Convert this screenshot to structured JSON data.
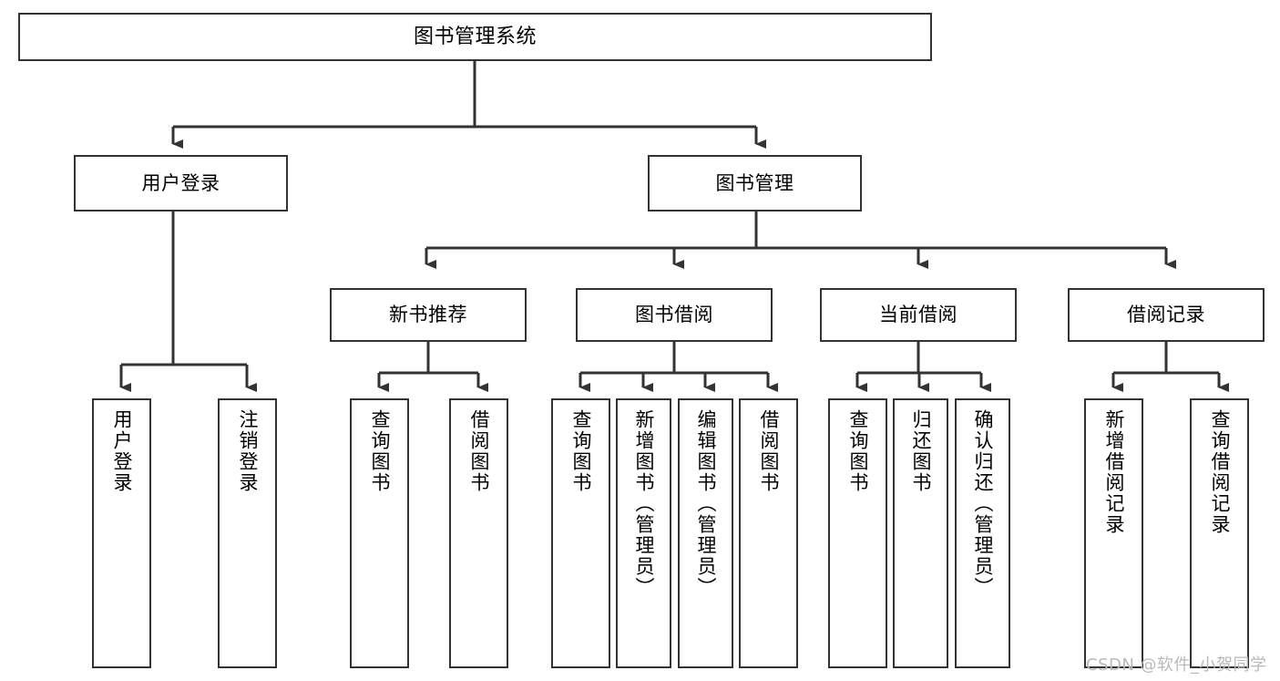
{
  "diagram": {
    "title": "图书管理系统",
    "type": "tree-hierarchy-functional-structure",
    "stroke_color": "#333333",
    "fill_color": "#ffffff",
    "text_color": "#000000",
    "levels": {
      "root": {
        "label": "图书管理系统"
      },
      "level2": [
        {
          "label": "用户登录"
        },
        {
          "label": "图书管理"
        }
      ],
      "level3": [
        {
          "label": "新书推荐"
        },
        {
          "label": "图书借阅"
        },
        {
          "label": "当前借阅"
        },
        {
          "label": "借阅记录"
        }
      ],
      "leaves": {
        "user_login": [
          {
            "label": "用户登录"
          },
          {
            "label": "注销登录"
          }
        ],
        "new_book_recommend": [
          {
            "label": "查询图书"
          },
          {
            "label": "借阅图书"
          }
        ],
        "book_borrow": [
          {
            "label": "查询图书"
          },
          {
            "label": "新增图书（管理员）"
          },
          {
            "label": "编辑图书（管理员）"
          },
          {
            "label": "借阅图书"
          }
        ],
        "current_borrow": [
          {
            "label": "查询图书"
          },
          {
            "label": "归还图书"
          },
          {
            "label": "确认归还（管理员）"
          }
        ],
        "borrow_record": [
          {
            "label": "新增借阅记录"
          },
          {
            "label": "查询借阅记录"
          }
        ]
      }
    }
  },
  "watermark": {
    "text": "CSDN @软件_小贺同学"
  }
}
